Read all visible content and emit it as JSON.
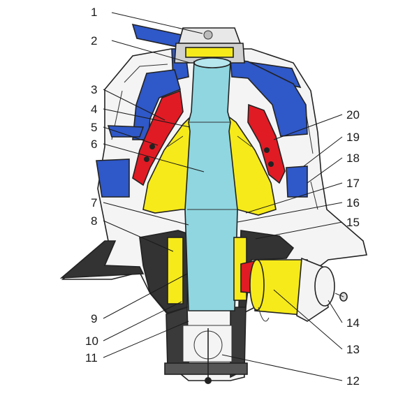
{
  "labels": [
    "1",
    "2",
    "3",
    "4",
    "5",
    "6",
    "7",
    "8",
    "9",
    "10",
    "11",
    "12",
    "13",
    "14",
    "15",
    "16",
    "17",
    "18",
    "19",
    "20"
  ],
  "colors": {
    "frame_blue": "#2f58c8",
    "liner_red": "#e01b24",
    "cone_yellow": "#f6ea1a",
    "shaft_cyan": "#8fd6e0",
    "housing_dark": "#333333",
    "housing_light": "#f4f4f4",
    "outline": "#222222"
  }
}
